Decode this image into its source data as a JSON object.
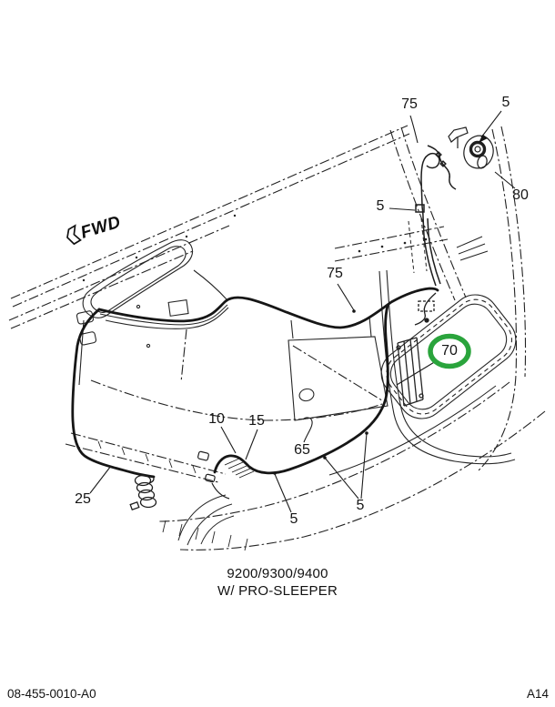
{
  "orientation": {
    "label": "FWD"
  },
  "caption": {
    "line1": "9200/9300/9400",
    "line2": "W/ PRO-SLEEPER"
  },
  "footer": {
    "doc_number": "08-455-0010-A0",
    "page_code": "A14"
  },
  "highlight": {
    "color": "#2aa43c",
    "highlighted_part": "70"
  },
  "callouts": [
    {
      "id": "75-upper",
      "text": "75"
    },
    {
      "id": "5-horn",
      "text": "5"
    },
    {
      "id": "80",
      "text": "80"
    },
    {
      "id": "5-clip",
      "text": "5"
    },
    {
      "id": "75-lower",
      "text": "75"
    },
    {
      "id": "70",
      "text": "70"
    },
    {
      "id": "65",
      "text": "65"
    },
    {
      "id": "10",
      "text": "10"
    },
    {
      "id": "15",
      "text": "15"
    },
    {
      "id": "25",
      "text": "25"
    },
    {
      "id": "5-sill-left",
      "text": "5"
    },
    {
      "id": "5-sill-right",
      "text": "5"
    }
  ]
}
